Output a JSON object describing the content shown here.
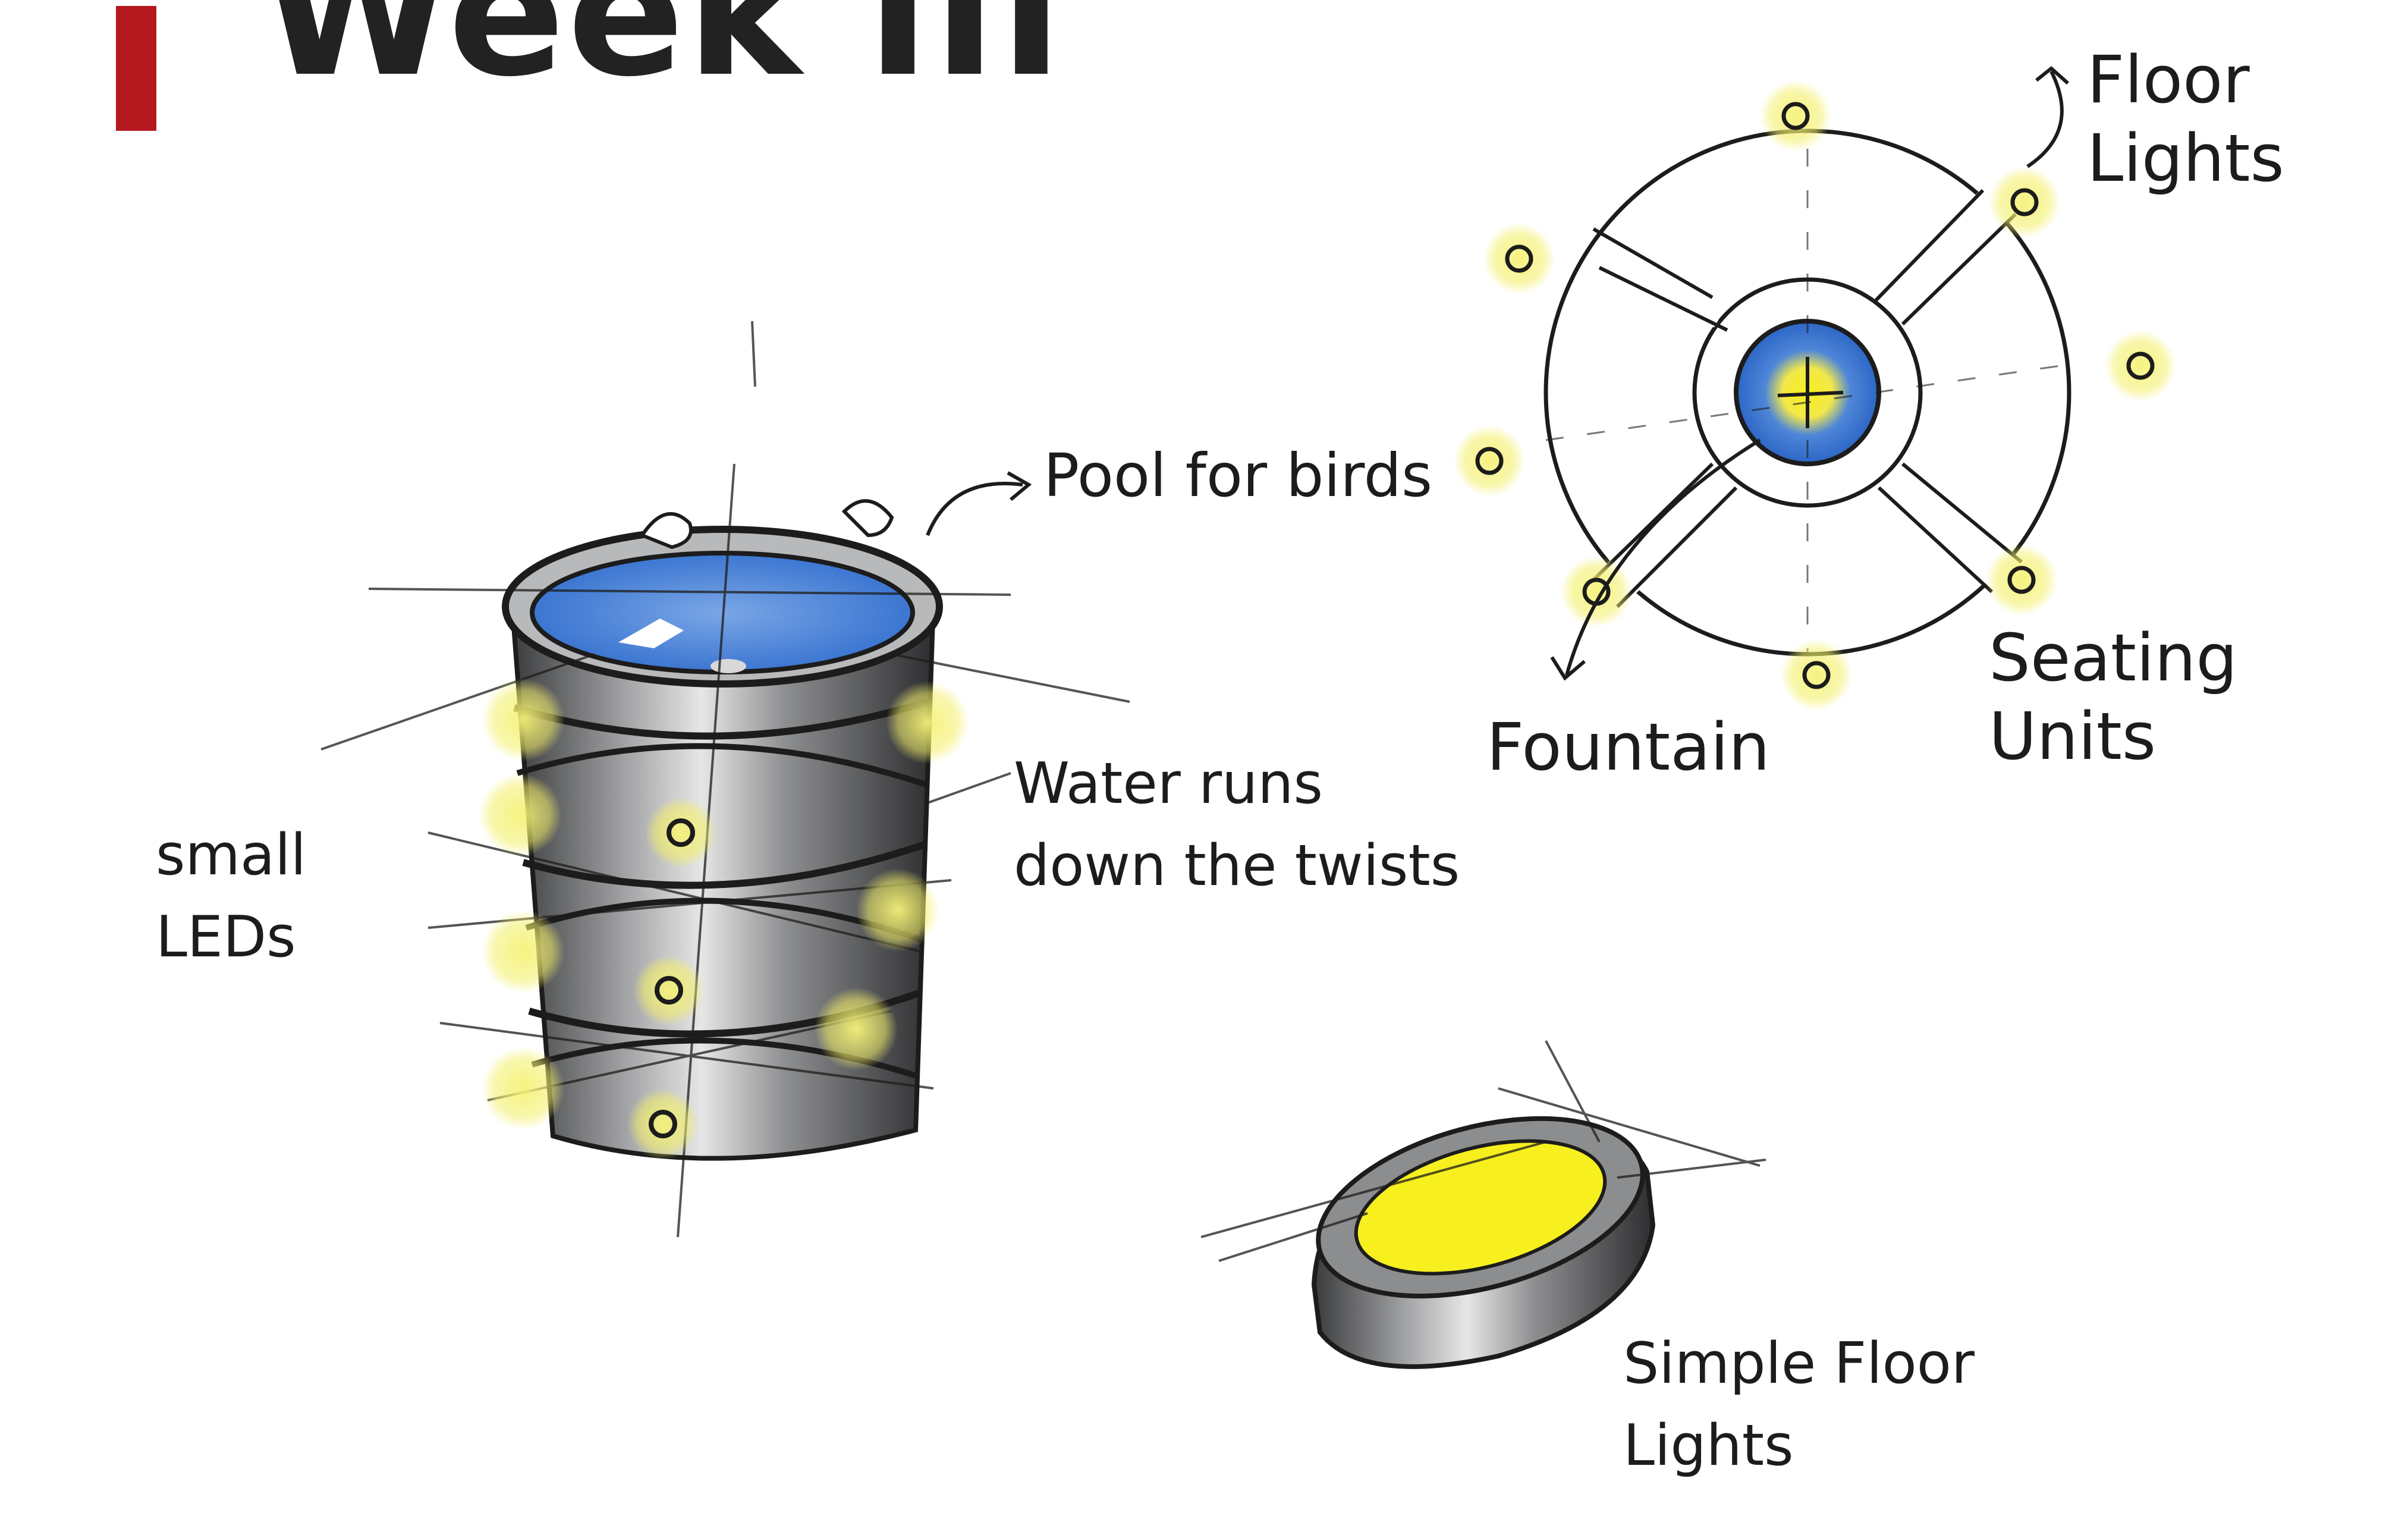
{
  "title": "Week III",
  "colors": {
    "accent_bar": "#b3191e",
    "water": "#3f7fd6",
    "led_glow": "#f3f06a",
    "light": "#f7ef1e",
    "metal": "#8f9092",
    "ink": "#1c1c1c"
  },
  "labels": {
    "floor_lights": {
      "line1": "Floor",
      "line2": "Lights"
    },
    "pool_for_birds": "Pool for birds",
    "fountain": "Fountain",
    "seating_units": {
      "line1": "Seating",
      "line2": "Units"
    },
    "water_runs": {
      "line1": "Water runs",
      "line2": "down the twists"
    },
    "small_leds": {
      "line1": "small",
      "line2": "LEDs"
    },
    "simple_floor_lights": {
      "line1": "Simple Floor",
      "line2": "Lights"
    }
  }
}
